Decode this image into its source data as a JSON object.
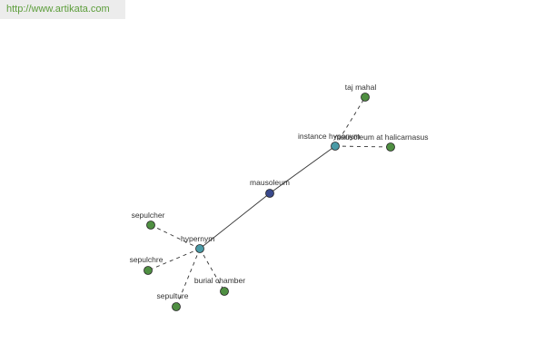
{
  "header": {
    "url_text": "http://www.artikata.com"
  },
  "graph": {
    "colors": {
      "root": "#3a4a8c",
      "relation": "#4a9aa6",
      "leaf": "#4f8f42",
      "stroke": "#333333"
    },
    "nodes": [
      {
        "id": "mausoleum",
        "label": "mausoleum",
        "kind": "root"
      },
      {
        "id": "instance",
        "label": "instance hyponym",
        "kind": "relation"
      },
      {
        "id": "hypernym",
        "label": "hypernym",
        "kind": "relation"
      },
      {
        "id": "taj",
        "label": "taj mahal",
        "kind": "leaf"
      },
      {
        "id": "halicarnasus",
        "label": "mausoleum at halicarnasus",
        "kind": "leaf"
      },
      {
        "id": "sepulcher",
        "label": "sepulcher",
        "kind": "leaf"
      },
      {
        "id": "sepulchre",
        "label": "sepulchre",
        "kind": "leaf"
      },
      {
        "id": "sepulture",
        "label": "sepulture",
        "kind": "leaf"
      },
      {
        "id": "burial",
        "label": "burial chamber",
        "kind": "leaf"
      }
    ],
    "edges": [
      {
        "from": "mausoleum",
        "to": "instance",
        "style": "solid"
      },
      {
        "from": "mausoleum",
        "to": "hypernym",
        "style": "solid"
      },
      {
        "from": "instance",
        "to": "taj",
        "style": "dashed"
      },
      {
        "from": "instance",
        "to": "halicarnasus",
        "style": "dashed"
      },
      {
        "from": "hypernym",
        "to": "sepulcher",
        "style": "dashed"
      },
      {
        "from": "hypernym",
        "to": "sepulchre",
        "style": "dashed"
      },
      {
        "from": "hypernym",
        "to": "sepulture",
        "style": "dashed"
      },
      {
        "from": "hypernym",
        "to": "burial",
        "style": "dashed"
      }
    ]
  }
}
